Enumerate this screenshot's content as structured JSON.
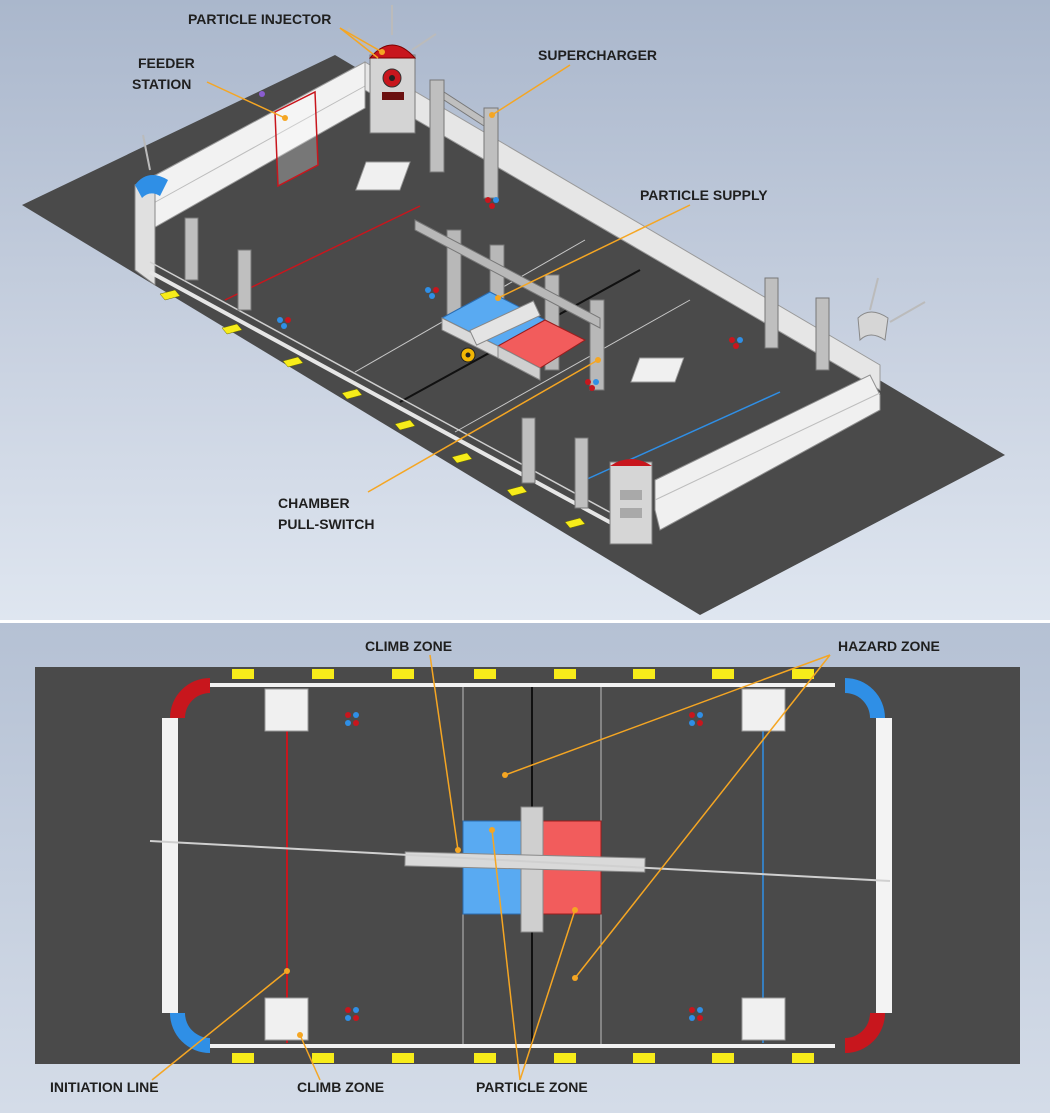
{
  "top_labels": {
    "particle_injector": "PARTICLE INJECTOR",
    "feeder_station_1": "FEEDER",
    "feeder_station_2": "STATION",
    "supercharger": "SUPERCHARGER",
    "particle_supply": "PARTICLE SUPPLY",
    "chamber_pull_switch_1": "CHAMBER",
    "chamber_pull_switch_2": "PULL-SWITCH"
  },
  "bottom_labels": {
    "climb_zone_top": "CLIMB ZONE",
    "hazard_zone": "HAZARD ZONE",
    "initiation_line": "INITIATION LINE",
    "climb_zone_bottom": "CLIMB ZONE",
    "particle_zone": "PARTICLE ZONE"
  },
  "colors": {
    "floor": "#4a4a4a",
    "red_alliance": "#c8161d",
    "blue_alliance": "#2f8fe6",
    "red_zone": "#f25c5c",
    "blue_zone": "#59aaf2",
    "callout_line": "#f5a623",
    "bumper_yellow": "#f7ec1a",
    "wall": "#f3f3f3"
  },
  "icons": [
    "radiation-icon",
    "particle-cluster-icon"
  ]
}
